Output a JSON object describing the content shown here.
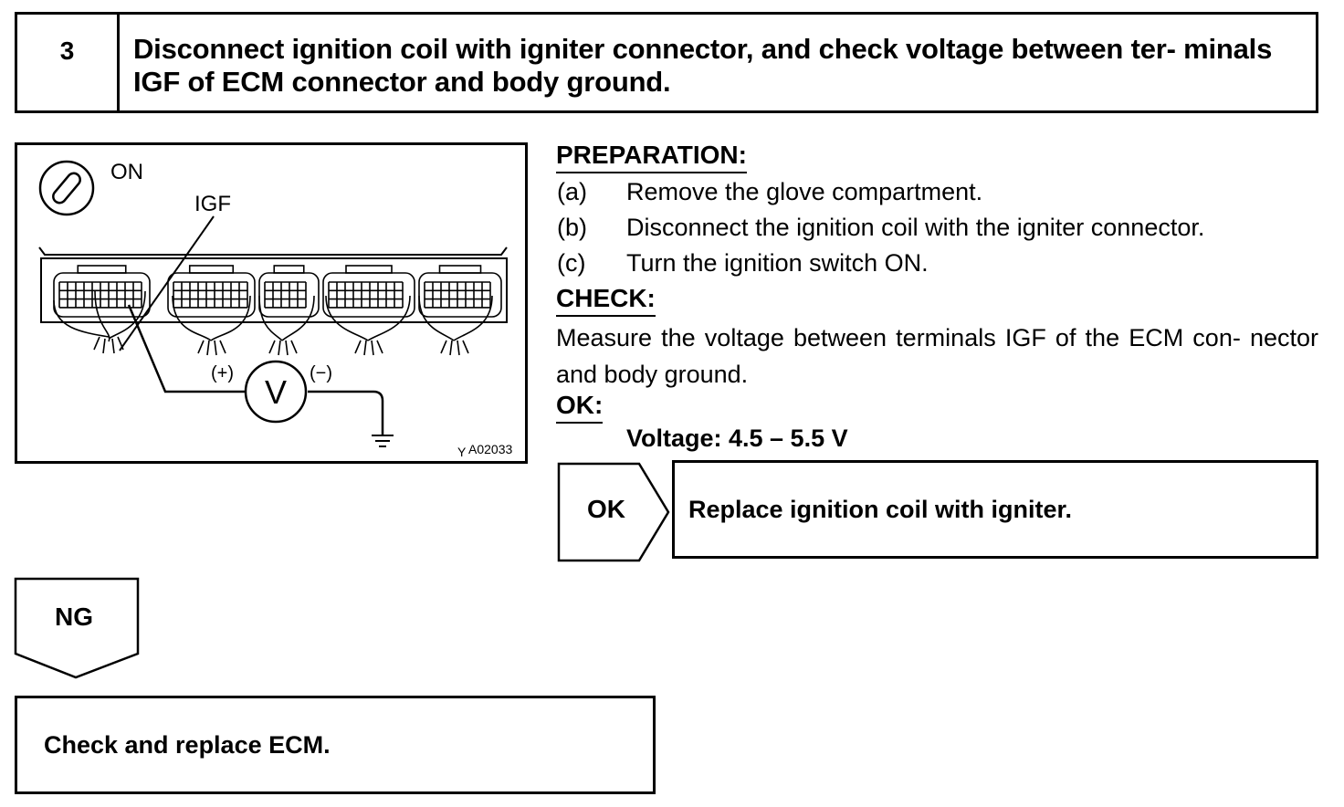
{
  "step": {
    "number": "3",
    "title": "Disconnect ignition coil with igniter connector, and check voltage between ter- minals IGF of ECM connector and body ground."
  },
  "diagram": {
    "switch_label": "ON",
    "terminal_label": "IGF",
    "plus_label": "(+)",
    "minus_label": "(−)",
    "meter_label": "V",
    "figure_prefix": "Y",
    "figure_code": "A02033"
  },
  "preparation": {
    "heading": "PREPARATION:",
    "steps": [
      {
        "letter": "(a)",
        "text": "Remove the glove compartment."
      },
      {
        "letter": "(b)",
        "text": "Disconnect the ignition coil with the igniter connector."
      },
      {
        "letter": "(c)",
        "text": "Turn the ignition switch ON."
      }
    ]
  },
  "check": {
    "heading": "CHECK:",
    "text": "Measure the voltage between terminals IGF of the ECM con- nector and body ground."
  },
  "ok_spec": {
    "heading": "OK:",
    "value": "Voltage: 4.5 – 5.5 V"
  },
  "results": {
    "ok_label": "OK",
    "ok_action": "Replace ignition coil with igniter.",
    "ng_label": "NG",
    "ng_action": "Check and replace ECM."
  }
}
